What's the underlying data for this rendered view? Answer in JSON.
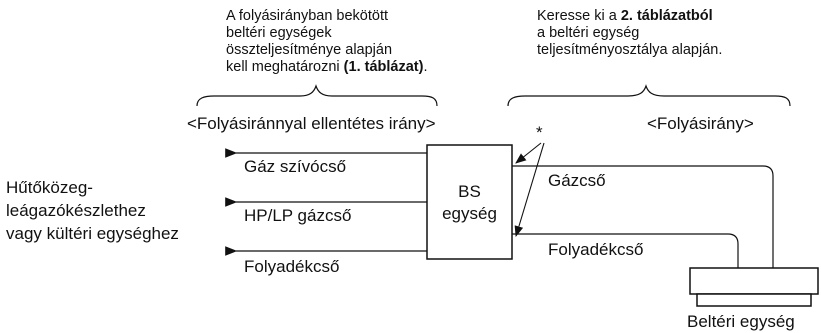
{
  "note_left": {
    "line1": "A folyásirányban bekötött",
    "line2": "beltéri egységek",
    "line3": "összteljesítménye alapján",
    "line4_prefix": "kell meghatározni ",
    "line4_bold": "(1. táblázat)",
    "line4_suffix": "."
  },
  "note_right": {
    "line1_prefix": "Keresse ki a ",
    "line1_bold": "2. táblázatból",
    "line2": "a beltéri egység",
    "line3": "teljesítményosztálya alapján."
  },
  "label_upstream": "<Folyásiránnyal ellentétes irány>",
  "label_downstream": "<Folyásirány>",
  "asterisk": "*",
  "left_block": {
    "line1": "Hűtőközeg-",
    "line2": "leágazókészlethez",
    "line3": "vagy kültéri egységhez"
  },
  "pipes_left": {
    "gas_suction": "Gáz szívócső",
    "hp_lp_gas": "HP/LP gázcső",
    "liquid": "Folyadékcső"
  },
  "bs_unit": {
    "line1": "BS",
    "line2": "egység"
  },
  "pipes_right": {
    "gas": "Gázcső",
    "liquid": "Folyadékcső"
  },
  "indoor_unit_label": "Beltéri egység",
  "colors": {
    "line": "#111111",
    "background": "#ffffff"
  }
}
